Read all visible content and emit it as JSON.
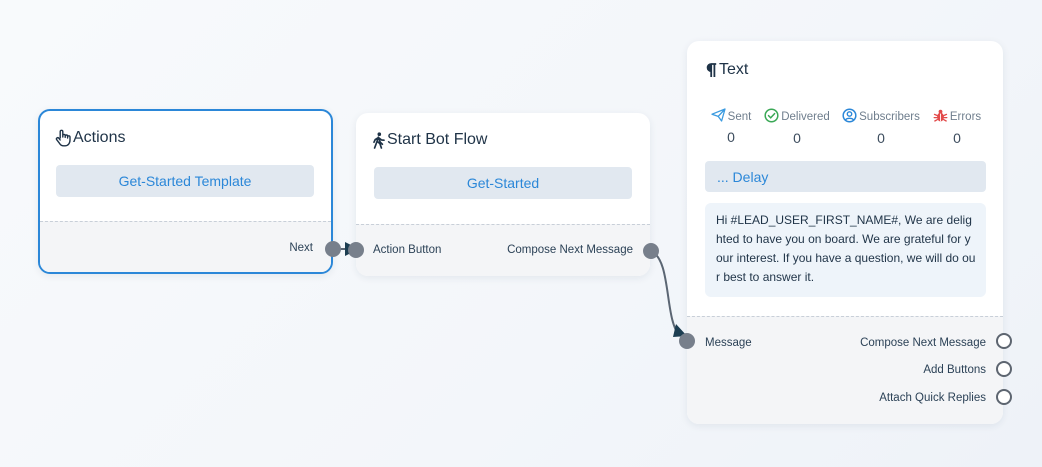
{
  "actions_node": {
    "title": "Actions",
    "icon": "pointer-hand-icon",
    "template_button": "Get-Started Template",
    "output_label": "Next"
  },
  "start_node": {
    "title": "Start Bot Flow",
    "icon": "walking-person-icon",
    "keyword_button": "Get-Started",
    "input_label": "Action Button",
    "output_label": "Compose Next Message"
  },
  "text_node": {
    "title": "Text",
    "icon": "pilcrow-icon",
    "stats": [
      {
        "label": "Sent",
        "value": "0",
        "icon": "paper-plane-icon",
        "color": "#3b9be0"
      },
      {
        "label": "Delivered",
        "value": "0",
        "icon": "check-circle-icon",
        "color": "#3aa856"
      },
      {
        "label": "Subscribers",
        "value": "0",
        "icon": "user-circle-icon",
        "color": "#2b87d8"
      },
      {
        "label": "Errors",
        "value": "0",
        "icon": "bug-icon",
        "color": "#e24a4a"
      }
    ],
    "delay_label": "... Delay",
    "message": "Hi #LEAD_USER_FIRST_NAME#, We are delighted to have you on board. We are grateful for your interest. If you have a question, we will do our best to answer it.",
    "input_label": "Message",
    "outputs": [
      "Compose Next Message",
      "Add Buttons",
      "Attach Quick Replies"
    ]
  },
  "colors": {
    "accent": "#2b87d8",
    "selected_border": "#2b87d8",
    "connector": "#5b6673",
    "arrow": "#1d3e52"
  }
}
